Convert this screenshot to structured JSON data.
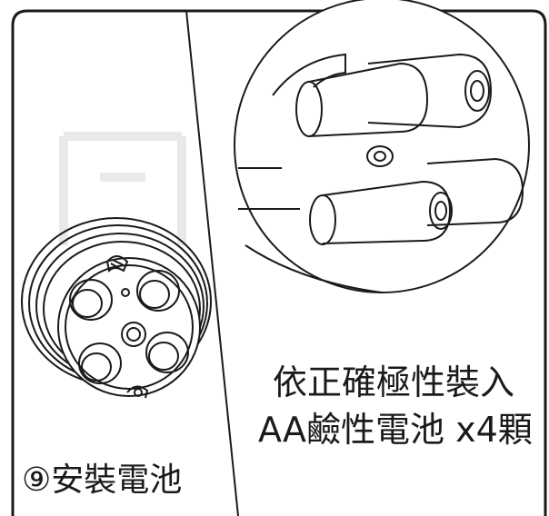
{
  "instructions": {
    "line1": "依正確極性裝入",
    "line2": "AA鹼性電池 x4顆"
  },
  "step": {
    "label": "⑨安裝電池"
  },
  "colors": {
    "ink": "#1a1a1a",
    "paper": "#ffffff",
    "shade": "#e6e6e6"
  },
  "icons": [
    "battery-holder-closeup",
    "battery-compartment"
  ]
}
